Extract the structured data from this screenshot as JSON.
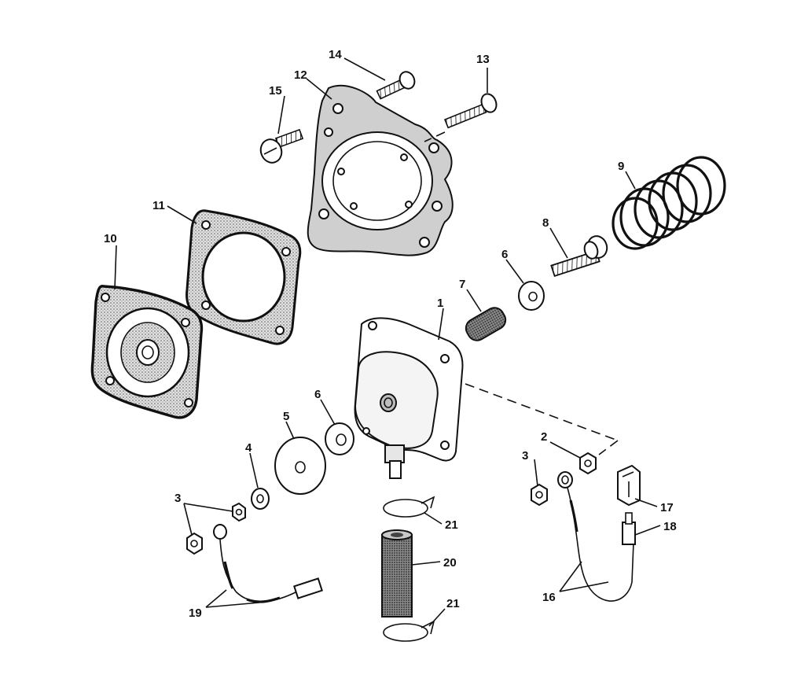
{
  "callouts": {
    "c1": "1",
    "c2": "2",
    "c3a": "3",
    "c3b": "3",
    "c4": "4",
    "c5": "5",
    "c6a": "6",
    "c6b": "6",
    "c7": "7",
    "c8": "8",
    "c9": "9",
    "c10": "10",
    "c11": "11",
    "c12": "12",
    "c13": "13",
    "c14": "14",
    "c15": "15",
    "c16": "16",
    "c17": "17",
    "c18": "18",
    "c19": "19",
    "c20": "20",
    "c21a": "21",
    "c21b": "21"
  }
}
